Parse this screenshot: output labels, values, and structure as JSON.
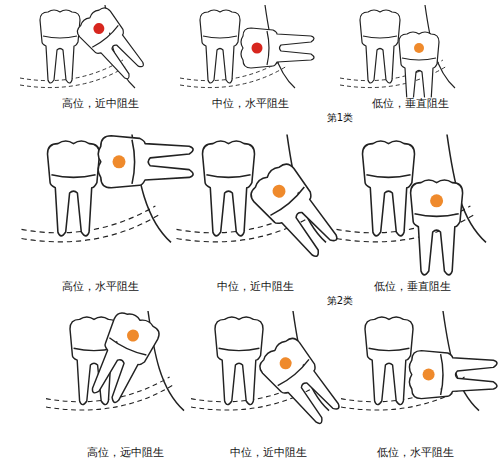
{
  "diagram": {
    "labels": [
      "高位，近中阻生",
      "中位，水平阻生",
      "低位，垂直阻生",
      "第1类",
      "高位，水平阻生",
      "中位，近中阻生",
      "低位，垂直阻生",
      "第2类",
      "高位，远中阻生",
      "中位，近中阻生",
      "低位，水平阻生"
    ]
  }
}
